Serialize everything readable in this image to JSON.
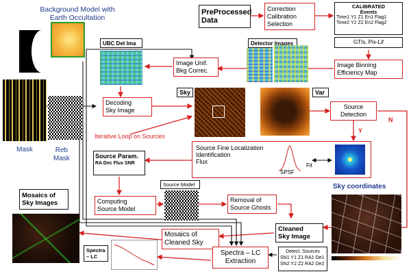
{
  "labels": {
    "background_model": "Background Model with\nEarth Occultation",
    "preprocessed": "PreProcessed\nData",
    "correction": "Correction\nCalibration\nSelection",
    "calibrated_title": "CALIBRATED\nEvents",
    "calibrated_row1": "Time1 Y1 Z1 En1 Flag1",
    "calibrated_row2": "Time2 Y2 Z2 En2 Flag2",
    "gtis": "GTIs, Pix-Lif",
    "ubc_det": "UBC Det Ima",
    "detector_images": "Detector Images",
    "image_unif": "Image Unif.\nBkg Correc.",
    "binning": "Image Binning\nEfficiency Map",
    "decoding": "Decoding\nSky Image",
    "sky": "Sky",
    "var": "Var",
    "source_detection": "Source\nDetection",
    "n_label": "N",
    "y_label": "Y",
    "iterative_loop": "Iterative Loop on Sources",
    "mask": "Mask",
    "reb_mask": "Reb\nMask",
    "source_param_title": "Source Param.",
    "source_param_cols": "RA  Dec  Flux SNR",
    "fine_localization": "Source Fine Localization\nIdentification\nFlux",
    "spsf": "SPSF",
    "fit": "Fit",
    "source_model": "Source Model",
    "computing_model": "Computing\nSource Model",
    "removal_ghosts": "Removal of\nSource Ghosts",
    "mosaics_sky": "Mosaics of\nSky Images",
    "mosaics_cleaned": "Mosaics of\nCleaned Sky",
    "cleaned_sky": "Cleaned\nSky Image",
    "sky_coordinates": "Sky coordinates",
    "spectra_lc_small": "Spectra\n– LC",
    "spectra_extraction": "Spectra – LC\nExtraction",
    "detect_sources_title": "Detect. Sources",
    "detect_row1": "SN1 Y1 Z1 RA1 De1",
    "detect_row2": "SN2 Y2 Z2 RA2 De2"
  },
  "colors": {
    "flow_arrow": "#d42020",
    "data_arrow": "#111111",
    "box_red": "#d42020",
    "title_blue": "#1f3b8c"
  }
}
